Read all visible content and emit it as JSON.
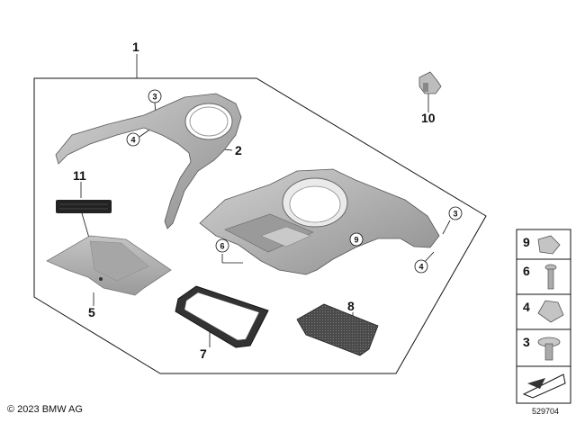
{
  "callouts": {
    "c1": "1",
    "c2": "2",
    "c5": "5",
    "c7": "7",
    "c8": "8",
    "c10": "10",
    "c11": "11"
  },
  "circled": {
    "c3_top": "3",
    "c4_top": "4",
    "c6": "6",
    "c9": "9",
    "c3_right": "3",
    "c4_right": "4"
  },
  "side_panel": {
    "items": [
      {
        "number": "9",
        "part": "nut-clip"
      },
      {
        "number": "6",
        "part": "screw"
      },
      {
        "number": "4",
        "part": "spring-nut"
      },
      {
        "number": "3",
        "part": "collar-screw"
      },
      {
        "number": "",
        "part": "arrow-shim"
      }
    ]
  },
  "footer": {
    "copyright": "© 2023 BMW AG",
    "drawing_id": "529704"
  },
  "colors": {
    "part_fill": "#b8b8b8",
    "part_dark": "#8a8a8a",
    "line": "#111111",
    "mat_fill": "#5a5a5a"
  }
}
